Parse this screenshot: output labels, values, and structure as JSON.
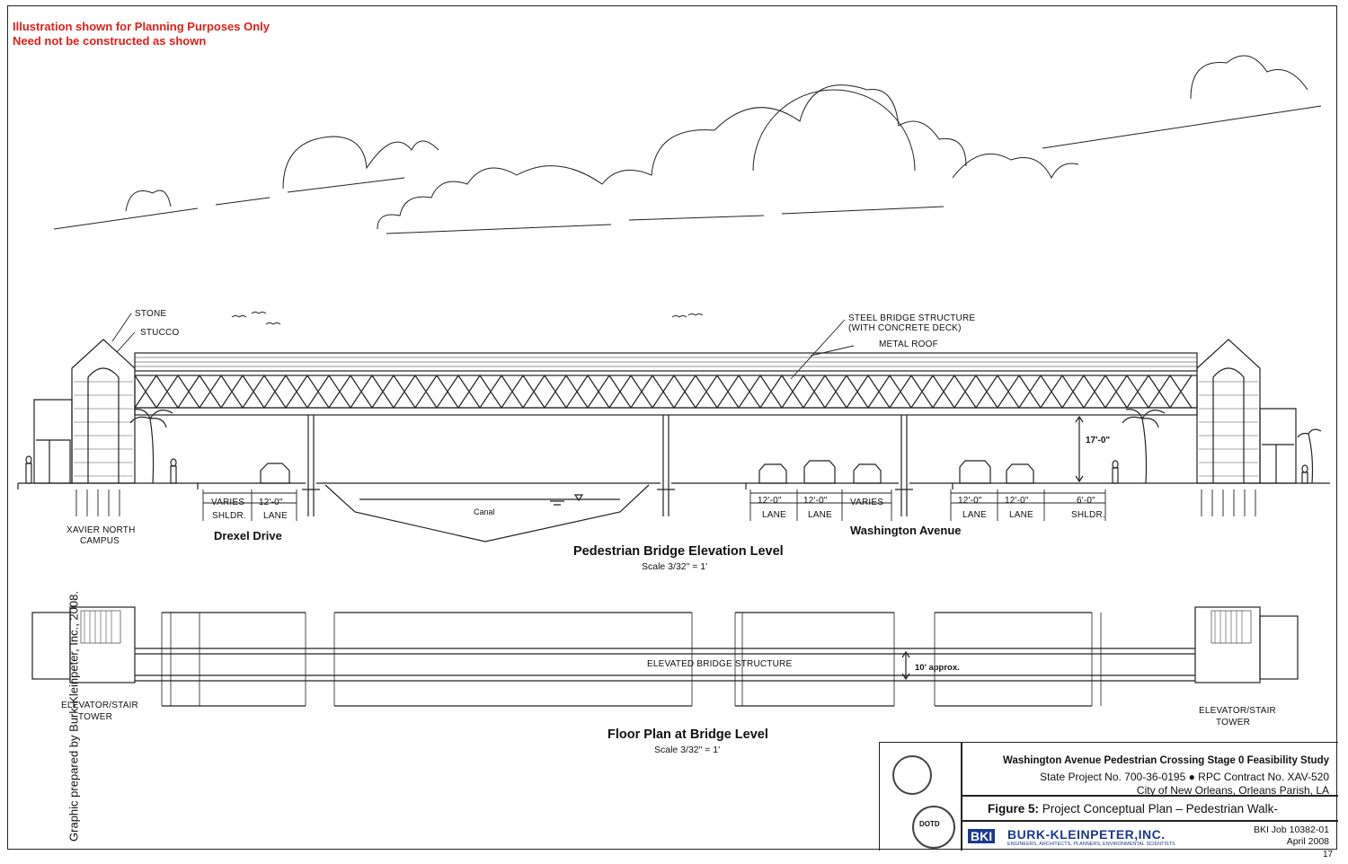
{
  "notes": {
    "line1": "Illustration shown for Planning Purposes Only",
    "line2": "Need not be constructed as shown"
  },
  "elevation_labels": {
    "stone": "STONE",
    "stucco": "STUCCO",
    "steel1": "STEEL BRIDGE STRUCTURE",
    "steel2": "(WITH CONCRETE DECK)",
    "metal_roof": "METAL ROOF",
    "clearance": "17'-0\"",
    "canal": "Canal",
    "xavier1": "XAVIER NORTH",
    "xavier2": "CAMPUS",
    "drexel": "Drexel Drive",
    "washington": "Washington Avenue"
  },
  "dimensions": [
    {
      "top": "VARIES",
      "bottom": "SHLDR."
    },
    {
      "top": "12'-0\"",
      "bottom": "LANE"
    },
    {
      "top": "12'-0\"",
      "bottom": "LANE"
    },
    {
      "top": "12'-0\"",
      "bottom": "LANE"
    },
    {
      "top": "VARIES",
      "bottom": ""
    },
    {
      "top": "12'-0\"",
      "bottom": "LANE"
    },
    {
      "top": "12'-0\"",
      "bottom": "LANE"
    },
    {
      "top": "6'-0\"",
      "bottom": "SHLDR."
    }
  ],
  "elevation_title": "Pedestrian Bridge Elevation Level",
  "elevation_scale": "Scale 3/32\" = 1'",
  "plan_labels": {
    "elevated": "ELEVATED BRIDGE STRUCTURE",
    "width": "10' approx.",
    "tower_left1": "ELEVATOR/STAIR",
    "tower_left2": "TOWER",
    "tower_right1": "ELEVATOR/STAIR",
    "tower_right2": "TOWER"
  },
  "plan_title": "Floor Plan at Bridge Level",
  "plan_scale": "Scale 3/32\" = 1'",
  "side_credit": "Graphic prepared by Burk-Kleinpeter, Inc., 2008.",
  "title_block": {
    "study": "Washington Avenue Pedestrian Crossing Stage 0 Feasibility Study",
    "project": "State Project No. 700-36-0195 ● RPC Contract No. XAV-520",
    "city": "City of New Orleans, Orleans Parish, LA",
    "figure_num": "Figure 5:",
    "figure_title": "Project Conceptual Plan – Pedestrian Walk-",
    "dotd": "DOTD",
    "bki_abbr": "BKI",
    "bki_name": "BURK-KLEINPETER,INC.",
    "bki_sub": "ENGINEERS, ARCHITECTS, PLANNERS, ENVIRONMENTAL SCIENTISTS",
    "job": "BKI Job 10382-01",
    "date": "April 2008"
  },
  "page_number": "17"
}
